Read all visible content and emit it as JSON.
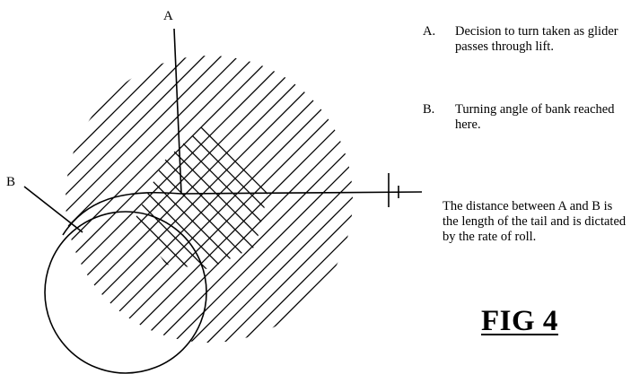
{
  "diagram": {
    "point_labels": {
      "a": "A",
      "b": "B"
    },
    "notes": {
      "a_letter": "A.",
      "a_text": "Decision to turn taken as glider passes through lift.",
      "b_letter": "B.",
      "b_text": "Turning angle of bank reached here.",
      "distance_text": "The distance between A and B is the length of the tail and is dictated by the rate of roll."
    },
    "figure_title": "FIG 4"
  }
}
